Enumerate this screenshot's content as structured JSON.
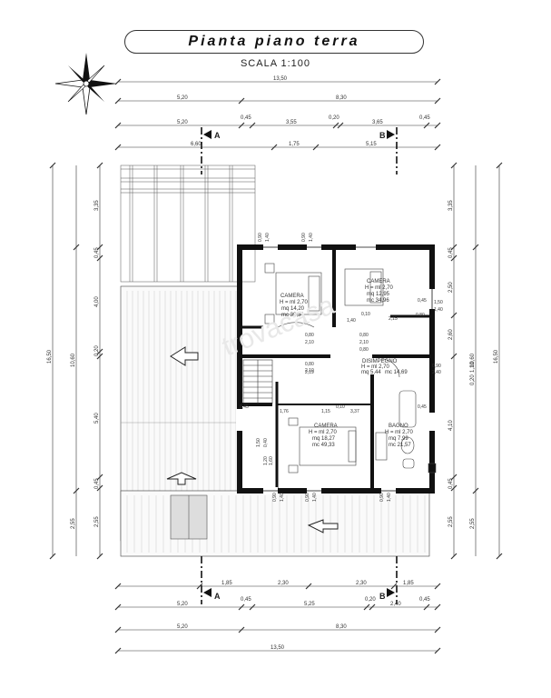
{
  "header": {
    "title": "Pianta piano terra",
    "scale": "SCALA 1:100"
  },
  "section_marks": {
    "left": "A",
    "right": "B"
  },
  "watermark": "trovacasa",
  "rooms": {
    "camera1": {
      "name": "CAMERA",
      "h": "H = ml 2,70",
      "mq": "mq 14,20",
      "mc": "mc 38,34"
    },
    "camera2": {
      "name": "CAMERA",
      "h": "H = ml 2,70",
      "mq": "mq 12,95",
      "mc": "mc 34,96"
    },
    "disimpegno": {
      "name": "DISIMPEGNO",
      "h": "H = ml 2,70",
      "mq": "mq 5,44",
      "mc": "mc 14,69"
    },
    "camera3": {
      "name": "CAMERA",
      "h": "H = ml 2,70",
      "mq": "mq 18,27",
      "mc": "mc 49,33"
    },
    "bagno": {
      "name": "BAGNO",
      "h": "H = ml 2,70",
      "mq": "mq 7,99",
      "mc": "mc 21,57"
    }
  },
  "dims_top": {
    "r1": [
      "13,50"
    ],
    "r2": [
      "5,20",
      "8,30"
    ],
    "r3": [
      "5,20",
      "0,45",
      "3,55",
      "0,20",
      "3,65",
      "0,45"
    ],
    "r4": [
      "6,60",
      "1,75",
      "5,15"
    ]
  },
  "dims_bottom": {
    "r1": [
      "1,85",
      "2,30",
      "2,30",
      "1,85"
    ],
    "r2": [
      "5,20",
      "0,45",
      "5,25",
      "0,20",
      "2,40",
      "0,45"
    ],
    "r3": [
      "5,20",
      "8,30"
    ],
    "r4": [
      "13,50"
    ]
  },
  "dims_left": {
    "outer": "16,50",
    "mid": "10,60",
    "inner": [
      "3,35",
      "0,45",
      "4,00",
      "0,20",
      "5,40",
      "0,45",
      "2,55"
    ],
    "far": "2,55"
  },
  "dims_right": {
    "inner": [
      "3,35",
      "0,45",
      "2,50",
      "2,60",
      "0,20",
      "1,10",
      "4,10",
      "0,45",
      "2,55"
    ],
    "mid": "10,60",
    "outer": "16,50",
    "far": [
      "2,55"
    ]
  },
  "interior_dims": [
    "0,90",
    "1,40",
    "0,90",
    "1,40",
    "1,50",
    "1,40",
    "0,10",
    "1,40",
    "2,15",
    "0,80",
    "2,10",
    "0,80",
    "2,10",
    "0,80",
    "0,80",
    "2,10",
    "2,19",
    "0,90",
    "2,40",
    "0,45",
    "1,76",
    "1,15",
    "0,10",
    "3,37",
    "0,45",
    "0,90",
    "1,40",
    "0,90",
    "1,40",
    "0,90",
    "1,40",
    "1,50",
    "0,40",
    "0,80",
    "0,45",
    "1,20",
    "1,60"
  ]
}
